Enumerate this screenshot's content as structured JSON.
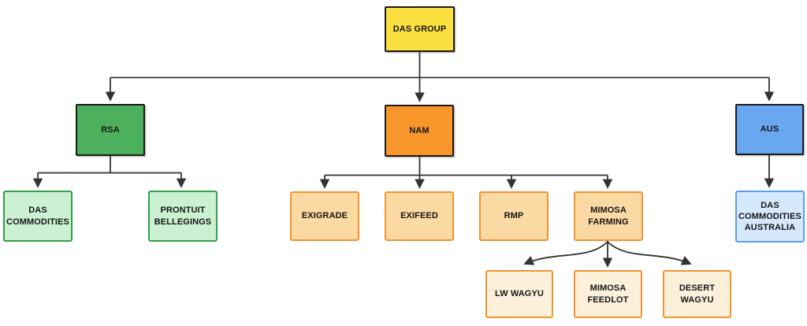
{
  "colors": {
    "edge": "#333333",
    "background": "#ffffff"
  },
  "nodes": {
    "das_group": {
      "label": "DAS GROUP",
      "fill": "#FCE03F",
      "border": "#1a1a1a"
    },
    "rsa": {
      "label": "RSA",
      "fill": "#4DB05C",
      "border": "#1a1a1a"
    },
    "nam": {
      "label": "NAM",
      "fill": "#F8952B",
      "border": "#1a1a1a"
    },
    "aus": {
      "label": "AUS",
      "fill": "#6AA7F1",
      "border": "#1a1a1a"
    },
    "das_commodities": {
      "label": "DAS COMMODITIES",
      "fill": "#CBF0D2",
      "border": "#33A04A"
    },
    "prontuit_bellegings": {
      "label": "PRONTUIT BELLEGINGS",
      "fill": "#CBF0D2",
      "border": "#33A04A"
    },
    "exigrade": {
      "label": "EXIGRADE",
      "fill": "#FBD9A3",
      "border": "#EF9430"
    },
    "exifeed": {
      "label": "EXIFEED",
      "fill": "#FBD9A3",
      "border": "#EF9430"
    },
    "rmp": {
      "label": "RMP",
      "fill": "#FBD9A3",
      "border": "#EF9430"
    },
    "mimosa_farming": {
      "label": "MIMOSA FARMING",
      "fill": "#FBD9A3",
      "border": "#EF9430"
    },
    "das_commodities_australia": {
      "label": "DAS COMMODITIES AUSTRALIA",
      "fill": "#D5E8FC",
      "border": "#5B9FF0"
    },
    "lw_wagyu": {
      "label": "LW WAGYU",
      "fill": "#FCF0DB",
      "border": "#EF9430"
    },
    "mimosa_feedlot": {
      "label": "MIMOSA FEEDLOT",
      "fill": "#FCF0DB",
      "border": "#EF9430"
    },
    "desert_wagyu": {
      "label": "DESERT WAGYU",
      "fill": "#FCF0DB",
      "border": "#EF9430"
    }
  },
  "hierarchy": [
    {
      "parent": "DAS GROUP",
      "children": [
        "RSA",
        "NAM",
        "AUS"
      ]
    },
    {
      "parent": "RSA",
      "children": [
        "DAS COMMODITIES",
        "PRONTUIT BELLEGINGS"
      ]
    },
    {
      "parent": "NAM",
      "children": [
        "EXIGRADE",
        "EXIFEED",
        "RMP",
        "MIMOSA FARMING"
      ]
    },
    {
      "parent": "AUS",
      "children": [
        "DAS COMMODITIES AUSTRALIA"
      ]
    },
    {
      "parent": "MIMOSA FARMING",
      "children": [
        "LW WAGYU",
        "MIMOSA FEEDLOT",
        "DESERT WAGYU"
      ]
    }
  ]
}
